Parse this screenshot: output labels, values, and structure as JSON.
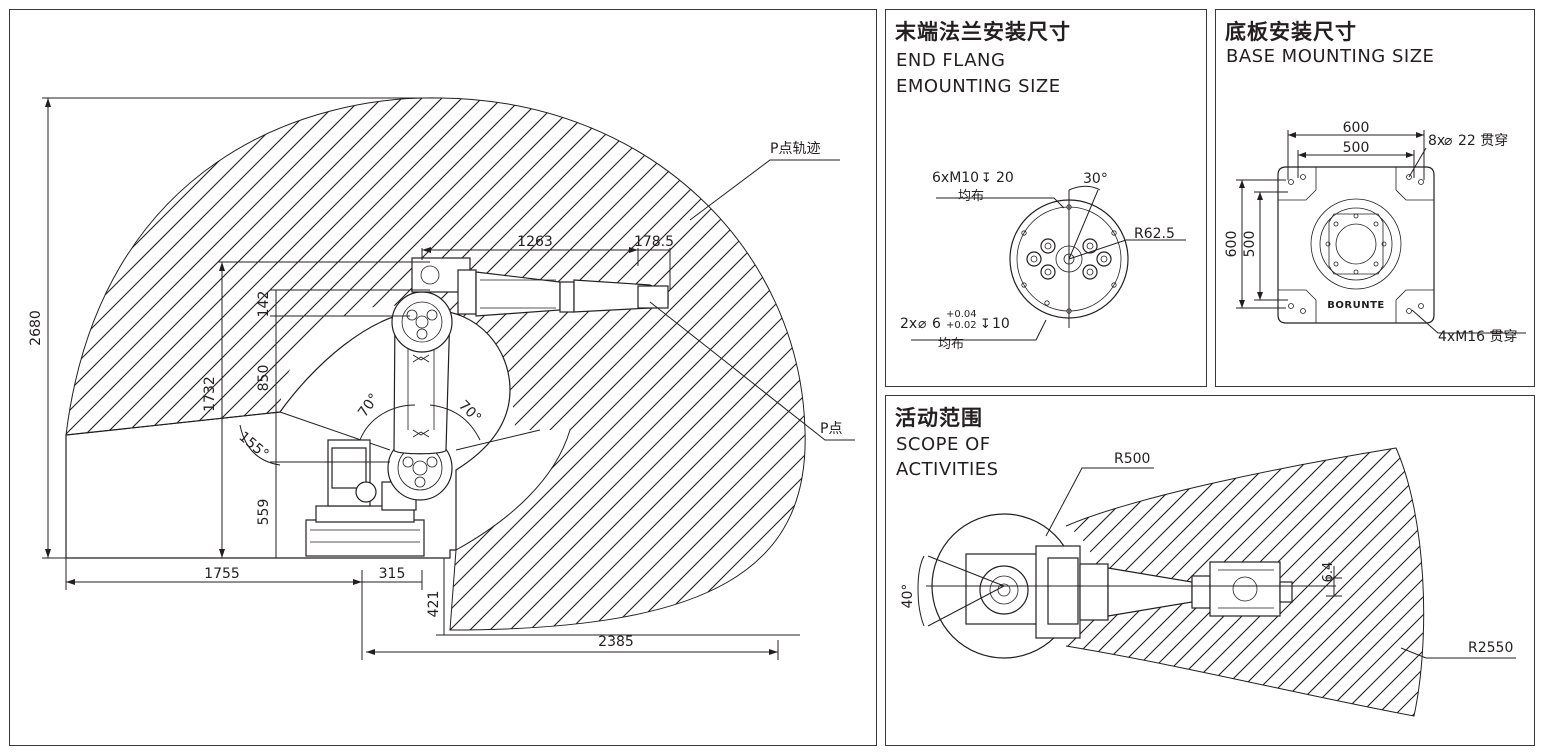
{
  "main": {
    "labels": {
      "p_trajectory": "P点轨迹",
      "p_point": "P点"
    },
    "dims": {
      "total_height": "2680",
      "h_1732": "1732",
      "h_142": "142",
      "h_850": "850",
      "h_559": "559",
      "reach_1263": "1263",
      "flange_178": "178.5",
      "back_1755": "1755",
      "offset_315": "315",
      "below_421": "421",
      "front_2385": "2385",
      "angle_70_left": "70°",
      "angle_70_right": "70°",
      "angle_155": "155°"
    }
  },
  "end_flange": {
    "title_cn": "末端法兰安装尺寸",
    "title_en_1": "END FLANG",
    "title_en_2": "EMOUNTING SIZE",
    "thread_spec": "6xM10",
    "thread_depth": "20",
    "thread_dist": "均布",
    "angle": "30°",
    "radius": "R62.5",
    "pin_spec_prefix": "2x",
    "pin_diameter": "6",
    "tol_upper": "+0.04",
    "tol_lower": "+0.02",
    "pin_depth": "10",
    "pin_dist": "均布"
  },
  "base_mount": {
    "title_cn": "底板安装尺寸",
    "title_en": "BASE MOUNTING SIZE",
    "width_outer": "600",
    "width_inner": "500",
    "height_outer": "600",
    "height_inner": "500",
    "holes_through": "8x",
    "holes_diameter": "22 贯穿",
    "threads_through": "4xM16 贯穿",
    "brand": "BORUNTE"
  },
  "scope": {
    "title_cn": "活动范围",
    "title_en_1": "SCOPE OF",
    "title_en_2": "ACTIVITIES",
    "r_inner": "R500",
    "r_outer": "R2550",
    "angle": "40°",
    "offset": "6.4"
  }
}
